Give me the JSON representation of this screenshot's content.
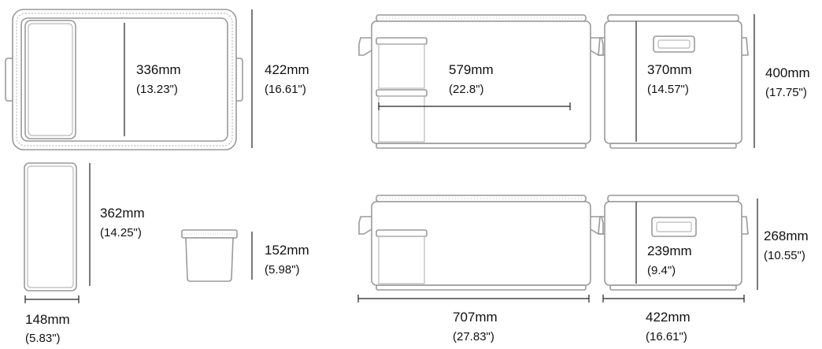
{
  "colors": {
    "outline": "#9a9a9a",
    "dimension_line": "#222222",
    "text": "#111111",
    "background": "#ffffff"
  },
  "dimensions": {
    "top_view_inner_length": {
      "mm": "336mm",
      "inch": "(13.23\")"
    },
    "top_view_width": {
      "mm": "422mm",
      "inch": "(16.61\")"
    },
    "basket_length": {
      "mm": "362mm",
      "inch": "(14.25\")"
    },
    "basket_width": {
      "mm": "148mm",
      "inch": "(5.83\")"
    },
    "cup_height": {
      "mm": "152mm",
      "inch": "(5.98\")"
    },
    "inner_length": {
      "mm": "579mm",
      "inch": "(22.8\")"
    },
    "inner_width": {
      "mm": "370mm",
      "inch": "(14.57\")"
    },
    "overall_height": {
      "mm": "400mm",
      "inch": "(17.75\")"
    },
    "inner_depth": {
      "mm": "239mm",
      "inch": "(9.4\")"
    },
    "lid_off_height": {
      "mm": "268mm",
      "inch": "(10.55\")"
    },
    "overall_length": {
      "mm": "707mm",
      "inch": "(27.83\")"
    },
    "overall_width": {
      "mm": "422mm",
      "inch": "(16.61\")"
    }
  }
}
